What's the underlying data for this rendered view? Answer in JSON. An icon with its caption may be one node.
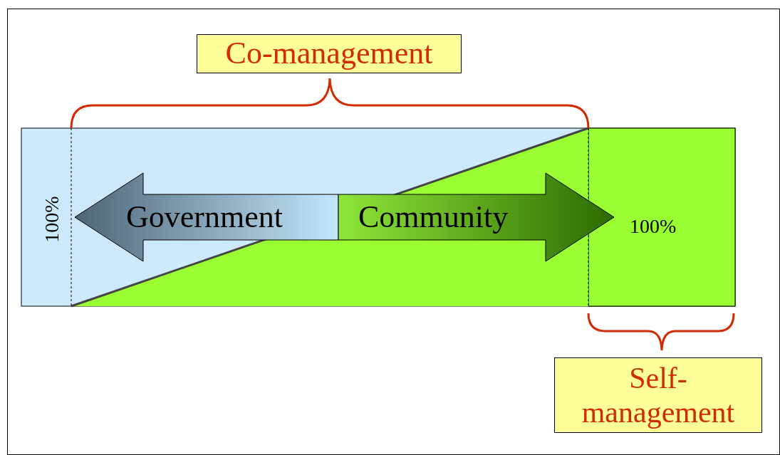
{
  "diagram": {
    "nodes": [
      {
        "text": [
          "Co-management"
        ]
      },
      {
        "text": [
          "Government"
        ]
      },
      {
        "text": [
          "Community"
        ]
      },
      {
        "text": [
          "Self-management"
        ]
      }
    ],
    "labels": [
      "100%",
      "100%"
    ]
  }
}
